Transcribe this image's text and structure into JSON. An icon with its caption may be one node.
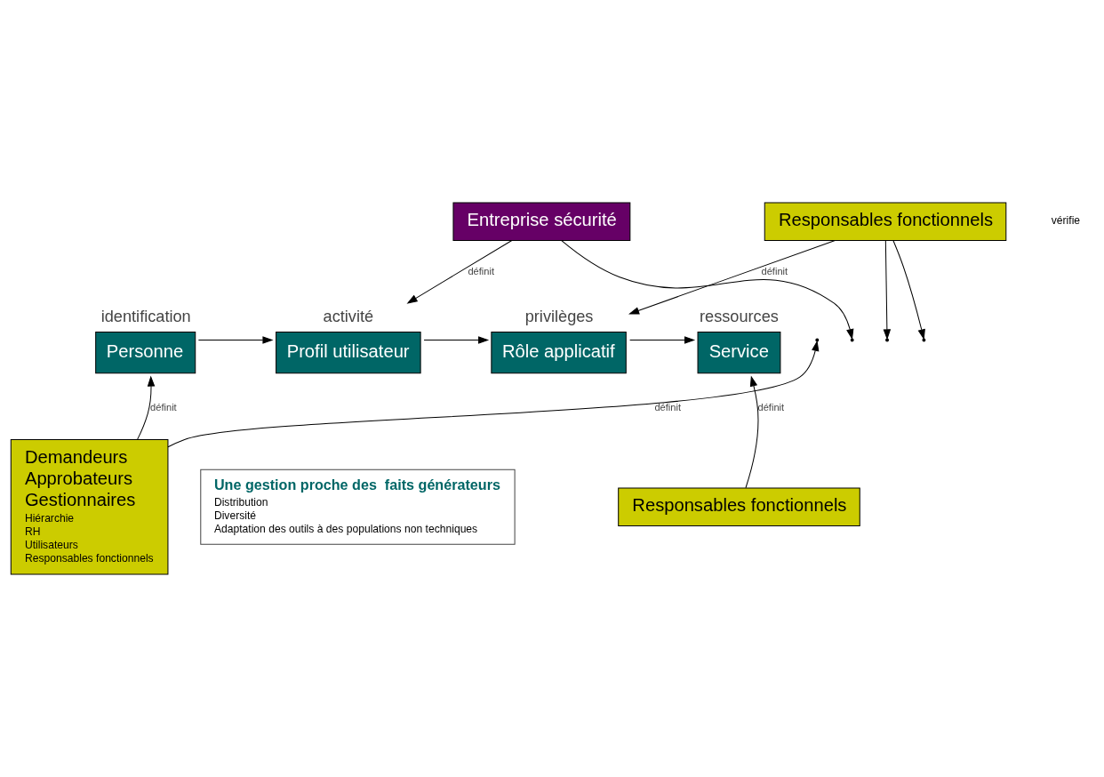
{
  "diagram": {
    "nodes": [
      {
        "text": [
          "Personne"
        ],
        "beside": [
          "identification"
        ]
      },
      {
        "text": [
          "Profil utilisateur"
        ],
        "beside": [
          "activité"
        ]
      },
      {
        "text": [
          "Rôle applicatif"
        ],
        "beside": [
          "privilèges"
        ]
      },
      {
        "text": [
          "Service"
        ],
        "beside": [
          "ressources"
        ]
      },
      {
        "text": [
          "Entreprise sécurité"
        ]
      },
      {
        "text": [
          "Responsables fonctionnels"
        ]
      },
      {
        "text": [
          "Demandeurs",
          "Approbateurs",
          "Gestionnaires",
          "Hiérarchie",
          "RH",
          "Utilisateurs",
          "Responsables fonctionnels"
        ]
      },
      {
        "text": [
          "Responsables fonctionnels"
        ]
      },
      {
        "text": [
          "Une gestion proche des  faits générateurs",
          "Distribution",
          "Diversité",
          "Adaptation des outils à des populations non techniques"
        ]
      }
    ],
    "edges": [
      {
        "from": 0,
        "to": 1,
        "arrow": "to"
      },
      {
        "from": 1,
        "to": 2,
        "arrow": "to"
      },
      {
        "from": 2,
        "to": 3,
        "arrow": "to"
      },
      {
        "from": 6,
        "to": 0,
        "arrow": "to",
        "label": "définit"
      },
      {
        "from": 6,
        "to": null,
        "arrow": "to",
        "label": "définit"
      },
      {
        "from": 4,
        "to": 1,
        "arrow": "to",
        "label": "définit"
      },
      {
        "from": 4,
        "to": null,
        "arrow": "to"
      },
      {
        "from": 5,
        "to": 2,
        "arrow": "to",
        "label": "définit"
      },
      {
        "from": 5,
        "to": null,
        "arrow": "to"
      },
      {
        "from": 5,
        "to": null,
        "arrow": "to"
      },
      {
        "from": 7,
        "to": 3,
        "arrow": "to",
        "label": "définit"
      }
    ],
    "labels": [
      "vérifie"
    ]
  }
}
